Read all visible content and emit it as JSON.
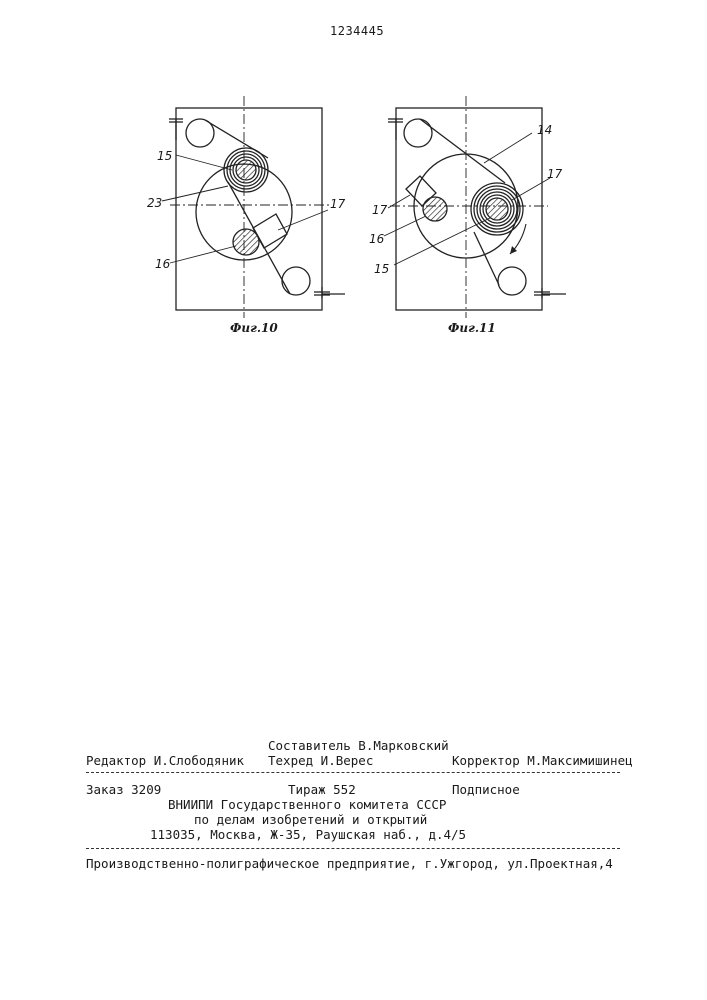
{
  "patent_number": "1234445",
  "fig10": {
    "caption": "Фиг.10",
    "labels": {
      "l15": "15",
      "l23": "23",
      "l16": "16",
      "l17": "17"
    }
  },
  "fig11": {
    "caption": "Фиг.11",
    "labels": {
      "l14": "14",
      "l17a": "17",
      "l17b": "17",
      "l16": "16",
      "l15": "15"
    }
  },
  "imprint": {
    "composer": "Составитель В.Марковский",
    "editor": "Редактор И.Слободяник",
    "techred": "Техред И.Верес",
    "corrector": "Корректор М.Максимишинец",
    "order": "Заказ 3209",
    "circulation": "Тираж 552",
    "subscription": "Подписное",
    "org1": "ВНИИПИ Государственного комитета СССР",
    "org2": "по делам изобретений и открытий",
    "address": "113035, Москва, Ж-35, Раушская наб., д.4/5",
    "printer": "Производственно-полиграфическое предприятие, г.Ужгород, ул.Проектная,4"
  }
}
